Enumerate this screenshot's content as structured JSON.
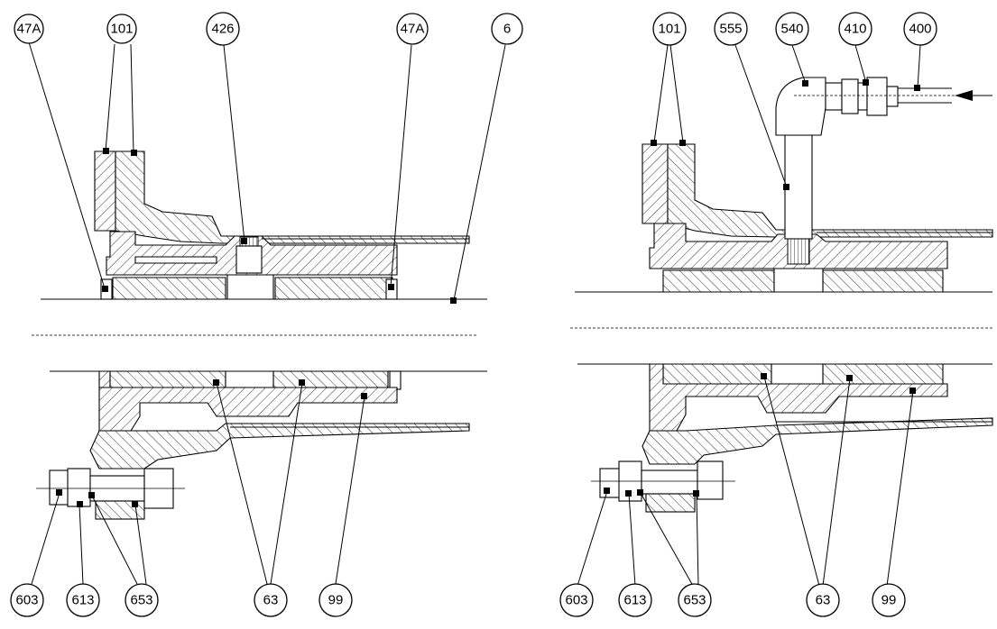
{
  "figure": {
    "left_view": {
      "callouts_top": [
        "47A",
        "101",
        "426",
        "47A",
        "6"
      ],
      "callouts_bottom": [
        "603",
        "613",
        "653",
        "63",
        "99"
      ]
    },
    "right_view": {
      "callouts_top": [
        "101",
        "555",
        "540",
        "410",
        "400"
      ],
      "callouts_bottom": [
        "603",
        "613",
        "653",
        "63",
        "99"
      ]
    }
  }
}
